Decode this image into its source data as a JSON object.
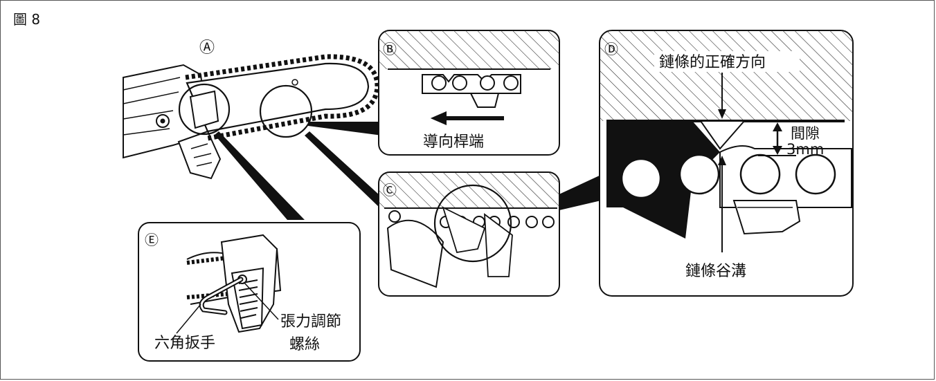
{
  "figure": {
    "title": "圖 8"
  },
  "panels": {
    "A": {
      "marker": "A"
    },
    "B": {
      "marker": "B",
      "label": "導向桿端"
    },
    "C": {
      "marker": "C"
    },
    "D": {
      "marker": "D",
      "top_label": "鏈條的正確方向",
      "gap_label": "間隙",
      "gap_value": "3mm",
      "bottom_label": "鏈條谷溝"
    },
    "E": {
      "marker": "E",
      "wrench_label": "六角扳手",
      "screw_label_1": "張力調節",
      "screw_label_2": "螺絲"
    }
  }
}
